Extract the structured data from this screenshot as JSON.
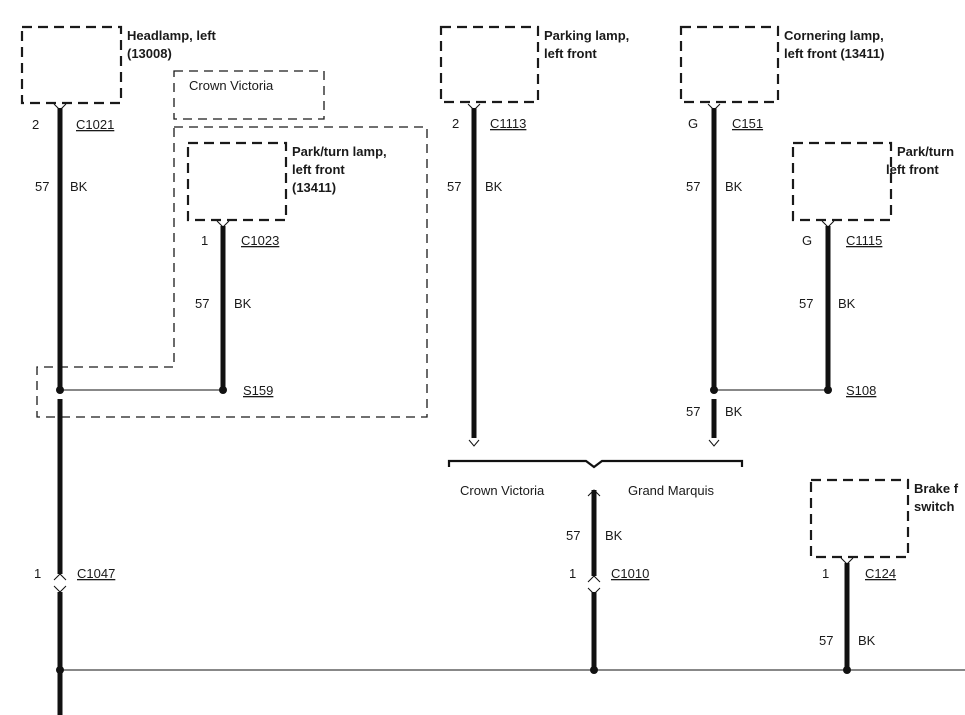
{
  "components": {
    "headlamp_left": {
      "title_line1": "Headlamp, left",
      "title_line2": "(13008)"
    },
    "crown_victoria_box": {
      "label": "Crown Victoria"
    },
    "park_turn_left": {
      "title_line1": "Park/turn lamp,",
      "title_line2": "left front",
      "title_line3": "(13411)"
    },
    "parking_lamp": {
      "title_line1": "Parking lamp,",
      "title_line2": "left front"
    },
    "cornering_lamp": {
      "title_line1": "Cornering lamp,",
      "title_line2": "left front (13411)"
    },
    "park_turn_right": {
      "title_line1": "Park/turn",
      "title_line2": "left front"
    },
    "brake_switch": {
      "title_line1": "Brake f",
      "title_line2": "switch"
    }
  },
  "connectors": {
    "c1021": {
      "pin": "2",
      "id": "C1021"
    },
    "c1023": {
      "pin": "1",
      "id": "C1023"
    },
    "c1113": {
      "pin": "2",
      "id": "C1113"
    },
    "c151": {
      "pin": "G",
      "id": "C151"
    },
    "c1115": {
      "pin": "G",
      "id": "C1115"
    },
    "c1047": {
      "pin": "1",
      "id": "C1047"
    },
    "c1010": {
      "pin": "1",
      "id": "C1010"
    },
    "c124": {
      "pin": "1",
      "id": "C124"
    }
  },
  "splices": {
    "s159": "S159",
    "s108": "S108"
  },
  "wire": {
    "circuit": "57",
    "color": "BK"
  },
  "options": {
    "crown_victoria": "Crown Victoria",
    "grand_marquis": "Grand Marquis"
  }
}
